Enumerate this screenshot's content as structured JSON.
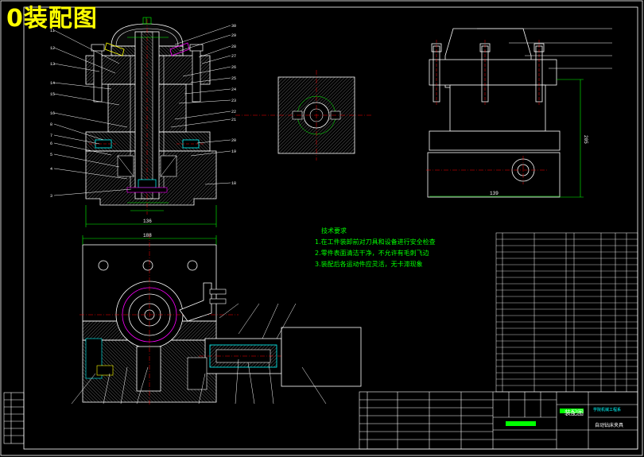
{
  "drawing": {
    "title": "0装配图",
    "tech_requirements": {
      "heading": "技术要求",
      "items": [
        "1.在工件装卸前对刀具和设备进行安全检查",
        "2.零件表面清洁干净，不允许有毛刺飞边",
        "3.装配后各运动件应灵活，无卡滞现象"
      ]
    },
    "title_block": {
      "drawing_name": "装配图",
      "subtitle": "自动钻床夹具",
      "school": "学院机械工程系"
    },
    "dimensions": {
      "front_width": "136",
      "plan_width": "188",
      "side_width": "139",
      "side_height": "205"
    },
    "colors": {
      "background": "#000000",
      "outline": "#ffffff",
      "green": "#00ff00",
      "cyan": "#00ffff",
      "red": "#ff0000",
      "yellow": "#ffff00",
      "magenta": "#ff00ff"
    }
  }
}
